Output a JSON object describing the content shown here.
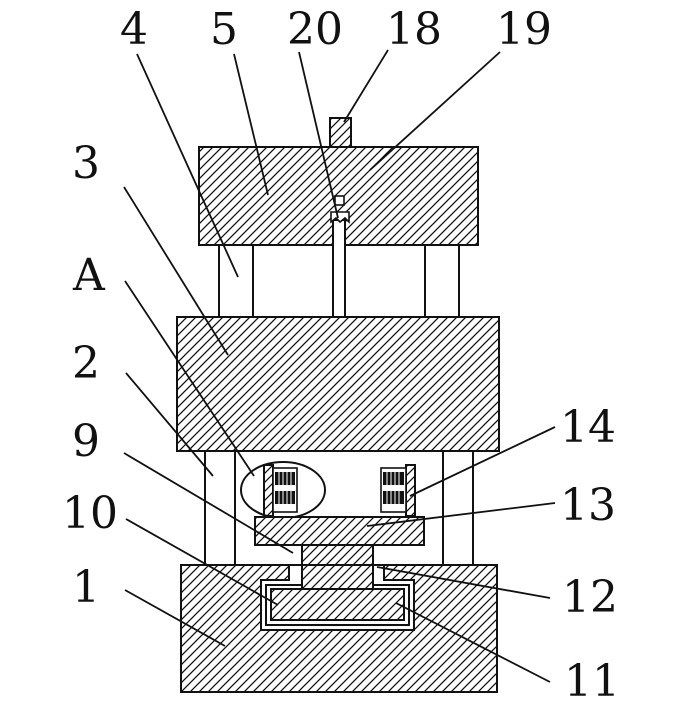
{
  "diagram": {
    "labels": {
      "l4": "4",
      "l5": "5",
      "l20": "20",
      "l18": "18",
      "l19": "19",
      "l3": "3",
      "lA": "A",
      "l2": "2",
      "l9": "9",
      "l10": "10",
      "l1": "1",
      "l14": "14",
      "l13": "13",
      "l12": "12",
      "l11": "11"
    },
    "colors": {
      "stroke": "#111111",
      "background": "#ffffff"
    }
  }
}
